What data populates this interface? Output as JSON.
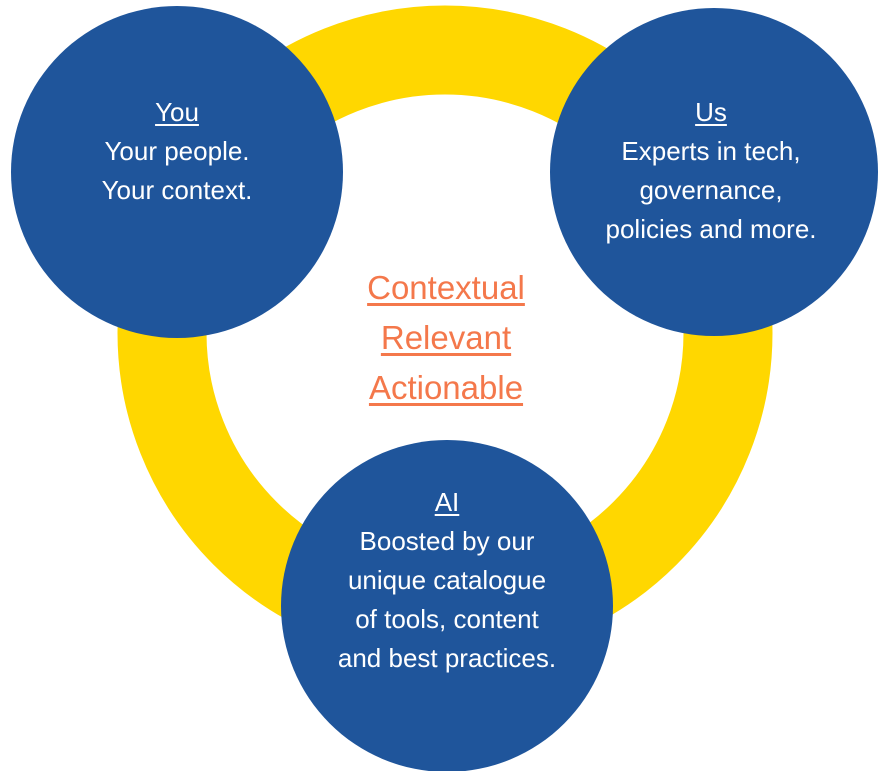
{
  "colors": {
    "ring": "#FFD700",
    "circle": "#1F559B",
    "accent": "#F4784B",
    "text": "#FFFFFF"
  },
  "nodes": {
    "you": {
      "title": "You",
      "lines": [
        "Your people.",
        "Your context."
      ]
    },
    "us": {
      "title": "Us",
      "lines": [
        "Experts in tech,",
        "governance,",
        "policies and more."
      ]
    },
    "ai": {
      "title": "AI",
      "lines": [
        "Boosted by our",
        "unique catalogue",
        "of tools, content",
        "and best practices."
      ]
    }
  },
  "center": {
    "lines": [
      "Contextual",
      "Relevant",
      "Actionable"
    ]
  }
}
